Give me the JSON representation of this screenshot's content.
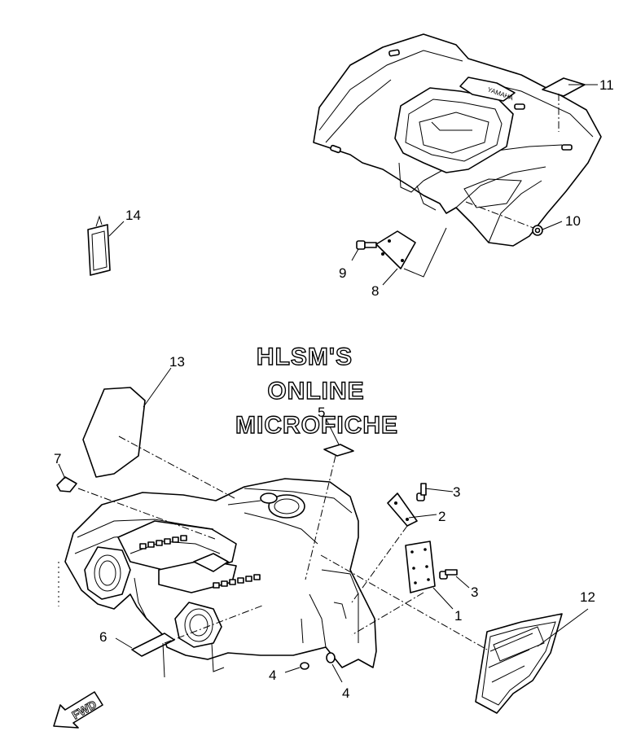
{
  "watermark": {
    "line1": "HLSM'S",
    "line2": "ONLINE",
    "line3": "MICROFICHE"
  },
  "callouts": {
    "c1": "1",
    "c2": "2",
    "c3a": "3",
    "c3b": "3",
    "c4a": "4",
    "c4b": "4",
    "c5": "5",
    "c6": "6",
    "c7": "7",
    "c8": "8",
    "c9": "9",
    "c10": "10",
    "c11": "11",
    "c12": "12",
    "c13": "13",
    "c14": "14"
  },
  "fwd_label": "FWD",
  "rear_brand_text": "YAMAHA"
}
